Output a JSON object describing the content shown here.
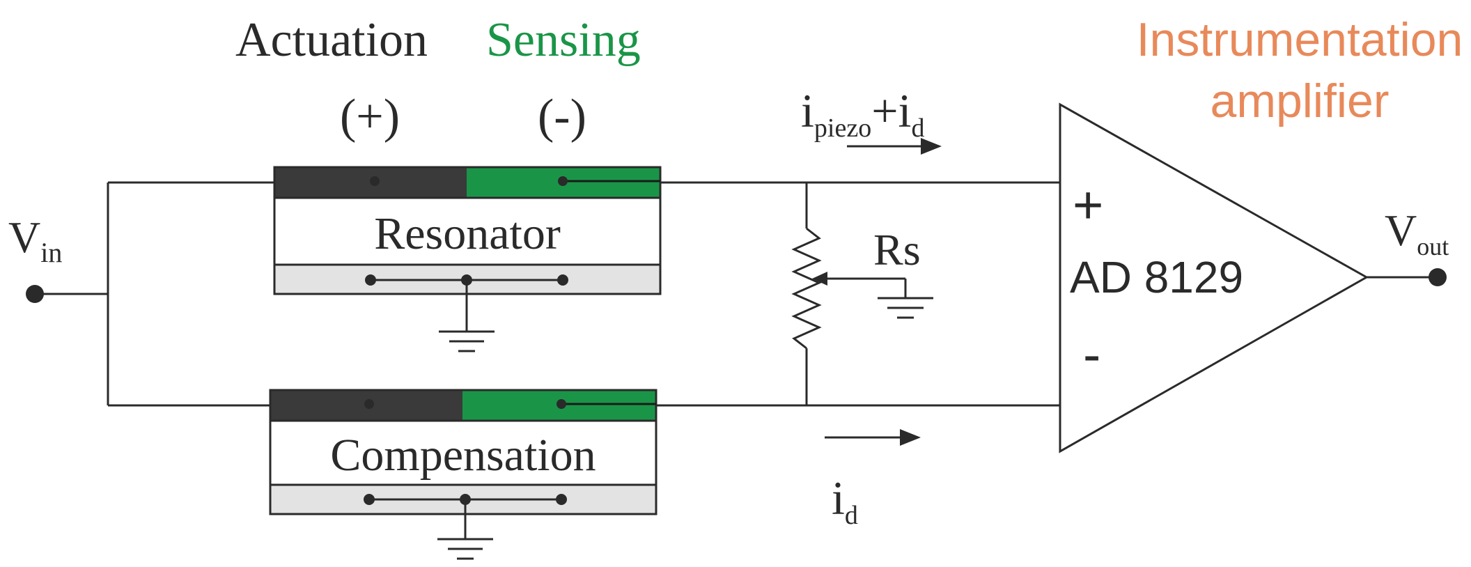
{
  "header": {
    "actuation": "Actuation",
    "sensing": "Sensing",
    "actuation_sign": "(+)",
    "sensing_sign": "(-)",
    "amplifier_line1": "Instrumentation",
    "amplifier_line2": "amplifier"
  },
  "components": {
    "resonator": "Resonator",
    "compensation": "Compensation",
    "resistor": "Rs",
    "amp_model": "AD 8129",
    "amp_plus": "+",
    "amp_minus": "-"
  },
  "signals": {
    "vin_main": "V",
    "vin_sub": "in",
    "vout_main": "V",
    "vout_sub": "out",
    "i_top_main": "i",
    "i_top_sub": "piezo",
    "i_top_plus": "+i",
    "i_top_sub2": "d",
    "i_bottom_main": "i",
    "i_bottom_sub": "d"
  },
  "colors": {
    "actuation_electrode": "#3a3a3a",
    "sensing_electrode": "#1a9548",
    "sensing_label": "#1a9548",
    "amplifier_label": "#e8895a",
    "substrate": "#e3e3e3",
    "wire": "#2a2a2a"
  }
}
